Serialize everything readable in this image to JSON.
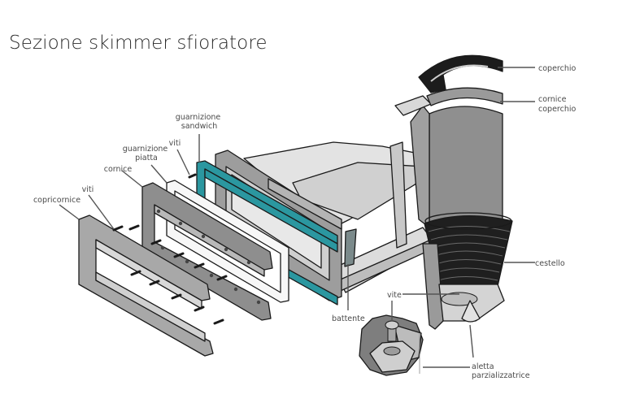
{
  "title": "Sezione skimmer sfioratore",
  "colors": {
    "accent_gasket": "#2b97a0",
    "part_gray": "#8a8a8a",
    "part_light": "#d6d6d6",
    "basket": "#1f1f1f"
  },
  "labels": {
    "guarnizione_sandwich": [
      "guarnizione",
      "sandwich"
    ],
    "viti_top": "viti",
    "guarnizione_piatta": [
      "guarnizione",
      "piatta"
    ],
    "cornice": "cornice",
    "viti_left": "viti",
    "copricornice": "copricornice",
    "coperchio": "coperchio",
    "cornice_coperchio": [
      "cornice",
      "coperchio"
    ],
    "cestello": "cestello",
    "vite": "vite",
    "battente": "battente",
    "aletta_parzializzatrice": [
      "aletta",
      "parzializzatrice"
    ]
  }
}
